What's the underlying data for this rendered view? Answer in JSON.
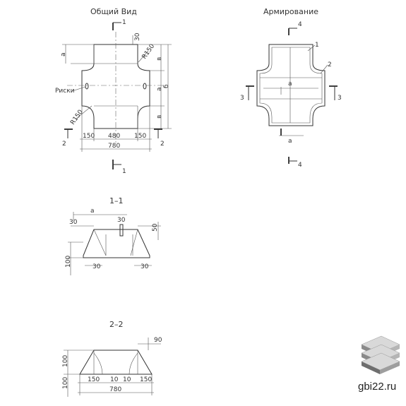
{
  "general_view": {
    "title": "Общий Вид",
    "labels": {
      "a": "а",
      "b": "б",
      "c": "в",
      "marks": "Риски",
      "r_top": "R150",
      "r_bottom": "R150"
    },
    "dims": {
      "d30": "30",
      "d150_left": "150",
      "d480": "480",
      "d150_right": "150",
      "d780": "780"
    },
    "section_marks": {
      "s1": "1",
      "s2": "2"
    }
  },
  "reinforcement": {
    "title": "Армирование",
    "callouts": {
      "c1": "1",
      "c2": "2"
    },
    "labels": {
      "a": "а"
    },
    "section_marks": {
      "s3": "3",
      "s4": "4"
    }
  },
  "section_1_1": {
    "title": "1–1",
    "labels": {
      "a": "а"
    },
    "dims": {
      "d30_left": "30",
      "d30_top": "30",
      "d50": "50",
      "d100": "100",
      "d30_bottom_left": "30",
      "d30_bottom_right": "30"
    }
  },
  "section_2_2": {
    "title": "2–2",
    "dims": {
      "d90": "90",
      "d100_top": "100",
      "d100_bottom": "100",
      "d150_left": "150",
      "d10_a": "10",
      "d10_b": "10",
      "d150_right": "150",
      "d780": "780"
    }
  },
  "watermark": {
    "site": "gbi22.ru",
    "logo_icon": "stacked-slabs-icon"
  }
}
